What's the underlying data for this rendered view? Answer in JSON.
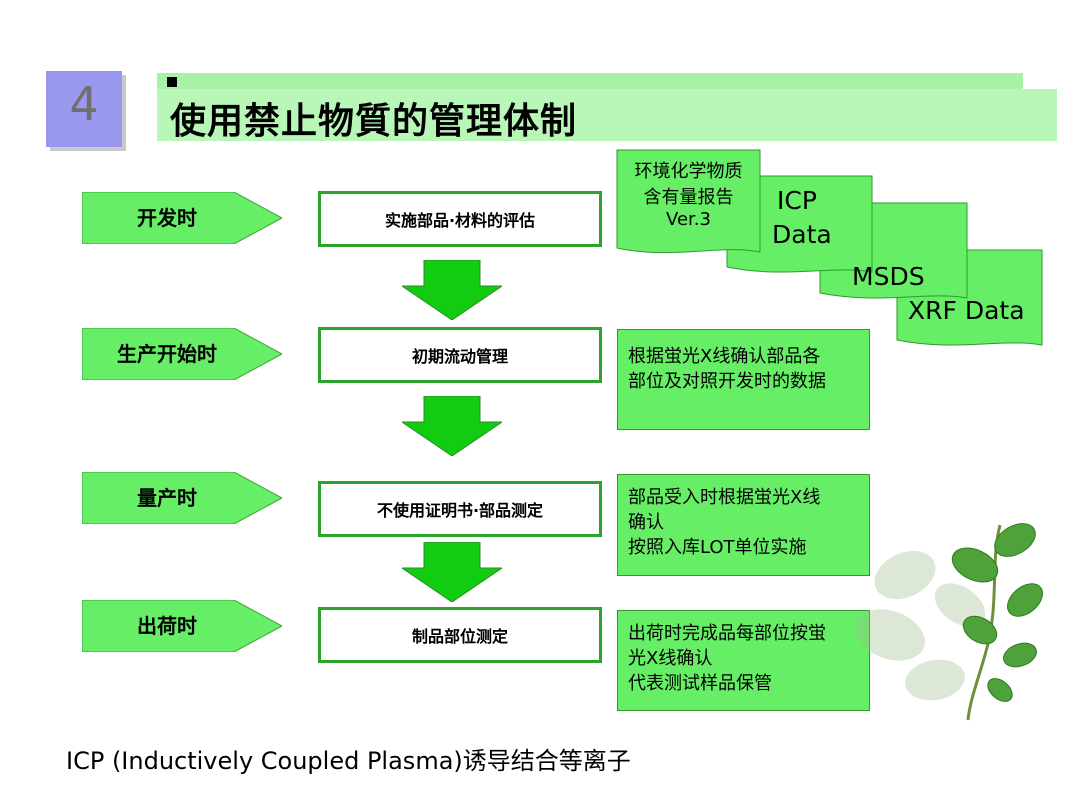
{
  "header": {
    "number": "4",
    "title": "使用禁止物質的管理体制"
  },
  "phases": [
    {
      "label": "开发时"
    },
    {
      "label": "生产开始时"
    },
    {
      "label": "量产时"
    },
    {
      "label": "出荷时"
    }
  ],
  "processes": [
    {
      "label": "实施部品·材料的评估"
    },
    {
      "label": "初期流动管理"
    },
    {
      "label": "不使用证明书·部品测定"
    },
    {
      "label": "制品部位测定"
    }
  ],
  "documents": {
    "report": [
      "环境化学物质",
      "含有量报告",
      "Ver.3"
    ],
    "icp": [
      "ICP",
      "Data"
    ],
    "msds": "MSDS",
    "xrf": "XRF Data"
  },
  "notes": [
    [
      "根据蛍光X线确认部品各",
      "部位及对照开发时的数据"
    ],
    [
      "部品受入时根据蛍光X线",
      "确认",
      "按照入库LOT单位实施"
    ],
    [
      "出荷时完成品每部位按蛍",
      "光X线确认",
      "代表测试样品保管"
    ]
  ],
  "footer": "ICP (Inductively Coupled Plasma)诱导结合等离子",
  "colors": {
    "chevron_fill": "#66ee66",
    "box_border": "#2aa42a",
    "arrow_fill": "#11cc11",
    "title_bar": "#b9f7b9",
    "number_box": "#9a98ee"
  }
}
